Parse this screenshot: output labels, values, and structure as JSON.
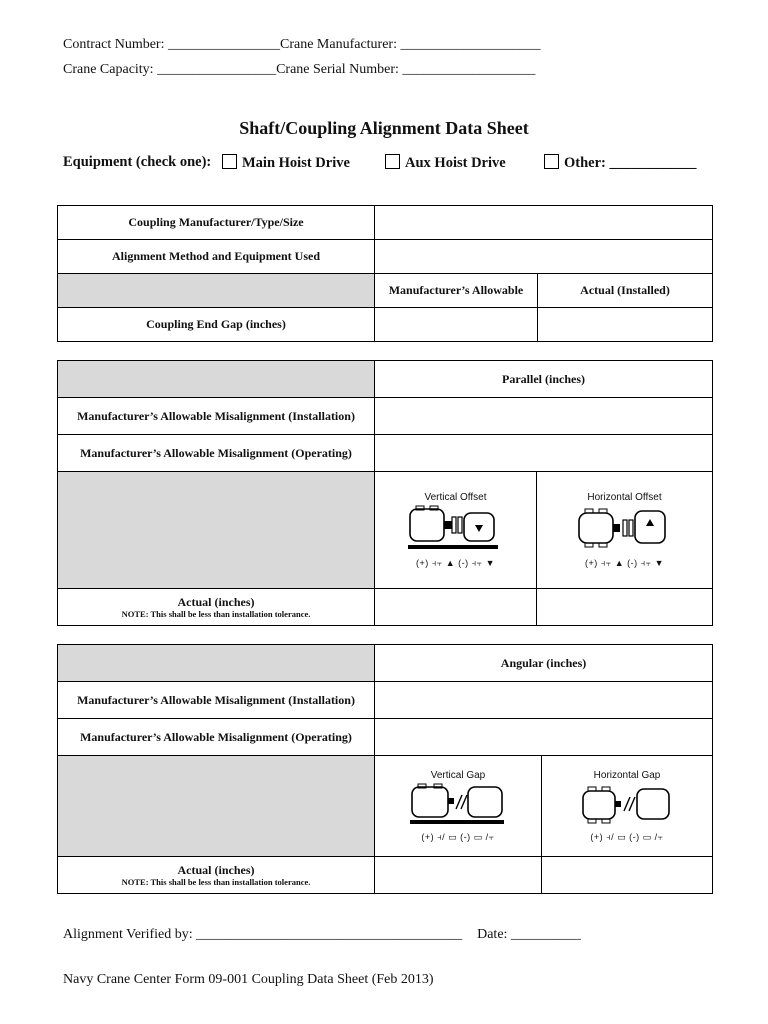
{
  "header": {
    "contract_number": "Contract Number: ________________",
    "crane_manufacturer": "Crane Manufacturer: ____________________",
    "crane_capacity": "Crane Capacity: _________________",
    "crane_serial": "Crane Serial Number: ___________________"
  },
  "title": "Shaft/Coupling Alignment Data Sheet",
  "equipment": {
    "label": "Equipment (check one):",
    "options": [
      "Main Hoist Drive",
      "Aux Hoist Drive",
      "Other: ____________"
    ]
  },
  "table1": {
    "coupling_mfr": "Coupling Manufacturer/Type/Size",
    "alignment_method": "Alignment Method and Equipment Used",
    "col_allowable": "Manufacturer’s Allowable",
    "col_actual": "Actual (Installed)",
    "end_gap": "Coupling End Gap (inches)"
  },
  "table2": {
    "heading": "Parallel (inches)",
    "allow_install": "Manufacturer’s Allowable Misalignment (Installation)",
    "allow_operating": "Manufacturer’s Allowable Misalignment (Operating)",
    "diag_left_title": "Vertical Offset",
    "diag_right_title": "Horizontal Offset",
    "diag_left_legend": "(+) ⫞⫟ ▲  (-) ⫞⫟ ▼",
    "diag_right_legend": "(+) ⫞⫟ ▲  (-) ⫞⫟ ▼",
    "actual": "Actual (inches)",
    "note": "NOTE: This shall be less than installation tolerance."
  },
  "table3": {
    "heading": "Angular (inches)",
    "allow_install": "Manufacturer’s Allowable Misalignment (Installation)",
    "allow_operating": "Manufacturer’s Allowable Misalignment (Operating)",
    "diag_left_title": "Vertical Gap",
    "diag_right_title": "Horizontal Gap",
    "diag_left_legend": "(+) ⫞/ ▭  (-) ▭ /⫟",
    "diag_right_legend": "(+) ⫞/ ▭  (-) ▭ /⫟",
    "actual": "Actual (inches)",
    "note": "NOTE: This shall be less than installation tolerance."
  },
  "footer": {
    "verified": "Alignment Verified by: ______________________________________",
    "date": "Date: __________",
    "form_id": "Navy Crane Center Form 09-001 Coupling Data Sheet (Feb 2013)"
  }
}
